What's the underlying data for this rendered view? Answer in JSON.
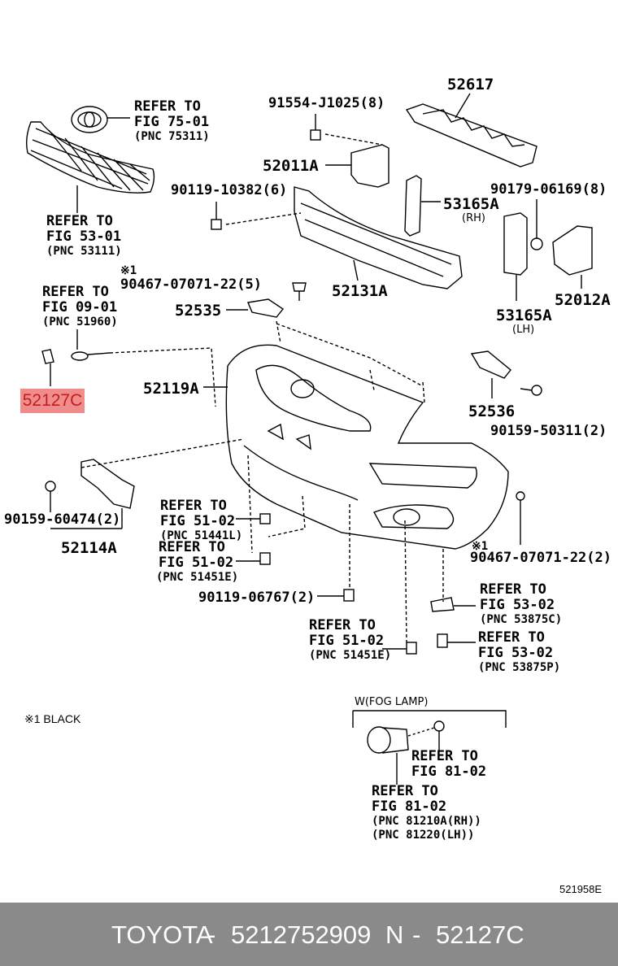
{
  "diagram": {
    "labels": {
      "p52617": "52617",
      "p91554": "91554-J1025(8)",
      "p52011a": "52011A",
      "p90119a": "90119-10382(6)",
      "p53165a_rh": "53165A",
      "rh": "(RH)",
      "p90179": "90179-06169(8)",
      "p52131a": "52131A",
      "p52012a": "52012A",
      "p53165a_lh": "53165A",
      "lh": "(LH)",
      "p90467a": "90467-07071-22(5)",
      "mark1a": "※1",
      "p52535": "52535",
      "p52119a": "52119A",
      "p52536": "52536",
      "p90159a": "90159-50311(2)",
      "p90159b": "90159-60474(2)",
      "p52114a": "52114A",
      "mark1b": "※1",
      "p90467b": "90467-07071-22(2)",
      "p90119b": "90119-06767(2)",
      "refer_to": "REFER TO",
      "fig7501": "FIG 75-01",
      "pnc75311": "(PNC 75311)",
      "fig5301a": "FIG 53-01",
      "pnc53111": "(PNC 53111)",
      "fig0901": "FIG 09-01",
      "pnc51960": "(PNC 51960)",
      "fig5102": "FIG 51-02",
      "pnc51441l": "(PNC 51441L)",
      "pnc51451e": "(PNC 51451E)",
      "fig5302": "FIG 53-02",
      "pnc53875c": "(PNC 53875C)",
      "pnc53875p": "(PNC 53875P)",
      "fog": "W(FOG LAMP)",
      "fig8102": "FIG 81-02",
      "pnc81210a": "(PNC 81210A(RH))",
      "pnc81220": "(PNC 81220(LH))"
    },
    "highlight": "52127C",
    "note": "※1 BLACK",
    "drawing_code": "521958E"
  },
  "footer": {
    "brand": "TOYOTA",
    "sep1": "-",
    "part_number": "5212752909",
    "n_label": "N",
    "sep2": "-",
    "pnc": "52127C"
  },
  "colors": {
    "highlight_bg": "#f08c8c",
    "highlight_text": "#c31d1d",
    "footer_bg": "#8a8a8a",
    "footer_text": "#ffffff"
  }
}
